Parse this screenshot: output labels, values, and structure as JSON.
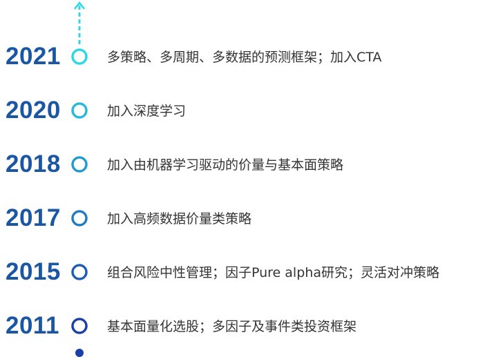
{
  "timeline": {
    "colors": {
      "year_text": "#1a56a4",
      "line_top": "#2bd8e6",
      "line_bottom": "#1a3fa8",
      "node_fill": "#ffffff",
      "end_dot": "#1a3fa8",
      "description_text": "#333333"
    },
    "top_marker": "arrow-up-dashed",
    "events": [
      {
        "year": "2021",
        "text": "多策略、多周期、多数据的预测框架；加入CTA"
      },
      {
        "year": "2020",
        "text": "加入深度学习"
      },
      {
        "year": "2018",
        "text": "加入由机器学习驱动的价量与基本面策略"
      },
      {
        "year": "2017",
        "text": "加入高频数据价量类策略"
      },
      {
        "year": "2015",
        "text": "组合风险中性管理；因子Pure alpha研究；灵活对冲策略"
      },
      {
        "year": "2011",
        "text": "基本面量化选股；多因子及事件类投资框架"
      }
    ]
  }
}
